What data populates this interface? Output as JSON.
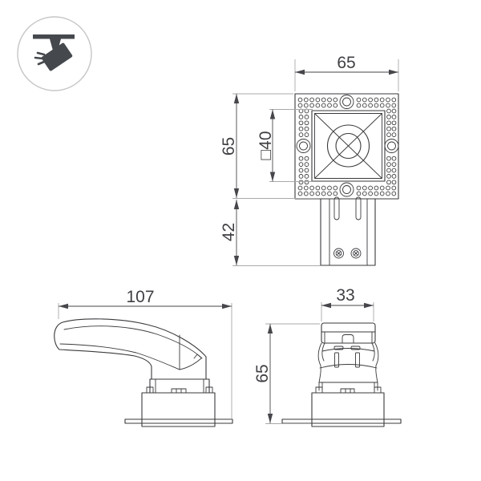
{
  "drawing": {
    "icon": "track-spotlight",
    "dimensions": {
      "front_width": "65",
      "front_height": "65",
      "cutout_square": "□40",
      "recess_depth": "42",
      "side_length": "107",
      "rear_width": "33",
      "rear_height": "65"
    },
    "colors": {
      "object_line": "#3a3a3e",
      "dimension_line": "#46464b",
      "extension_line": "#a9a9a9",
      "icon_fill": "#45494d",
      "icon_ring": "#c6c6c6",
      "background": "#ffffff"
    }
  }
}
